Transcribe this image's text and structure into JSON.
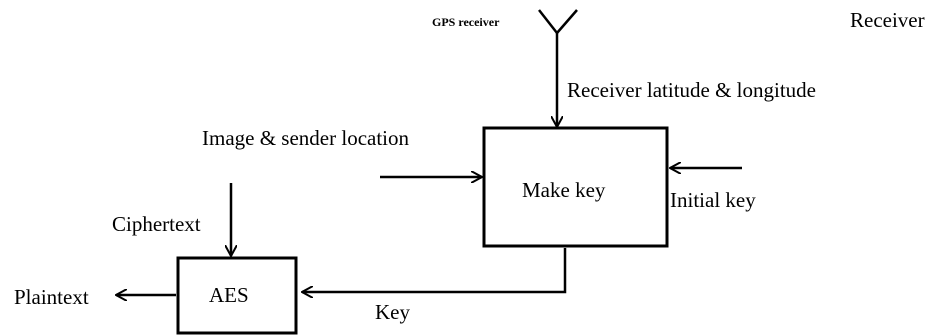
{
  "diagram": {
    "section_label": "Receiver",
    "gps_receiver_label": "GPS receiver",
    "receiver_coords_label": "Receiver latitude & longitude",
    "image_sender_label": "Image & sender location",
    "make_key_label": "Make key",
    "initial_key_label": "Initial key",
    "ciphertext_label": "Ciphertext",
    "aes_label": "AES",
    "plaintext_label": "Plaintext",
    "key_label": "Key",
    "colors": {
      "stroke": "#000000",
      "background": "#ffffff"
    }
  }
}
